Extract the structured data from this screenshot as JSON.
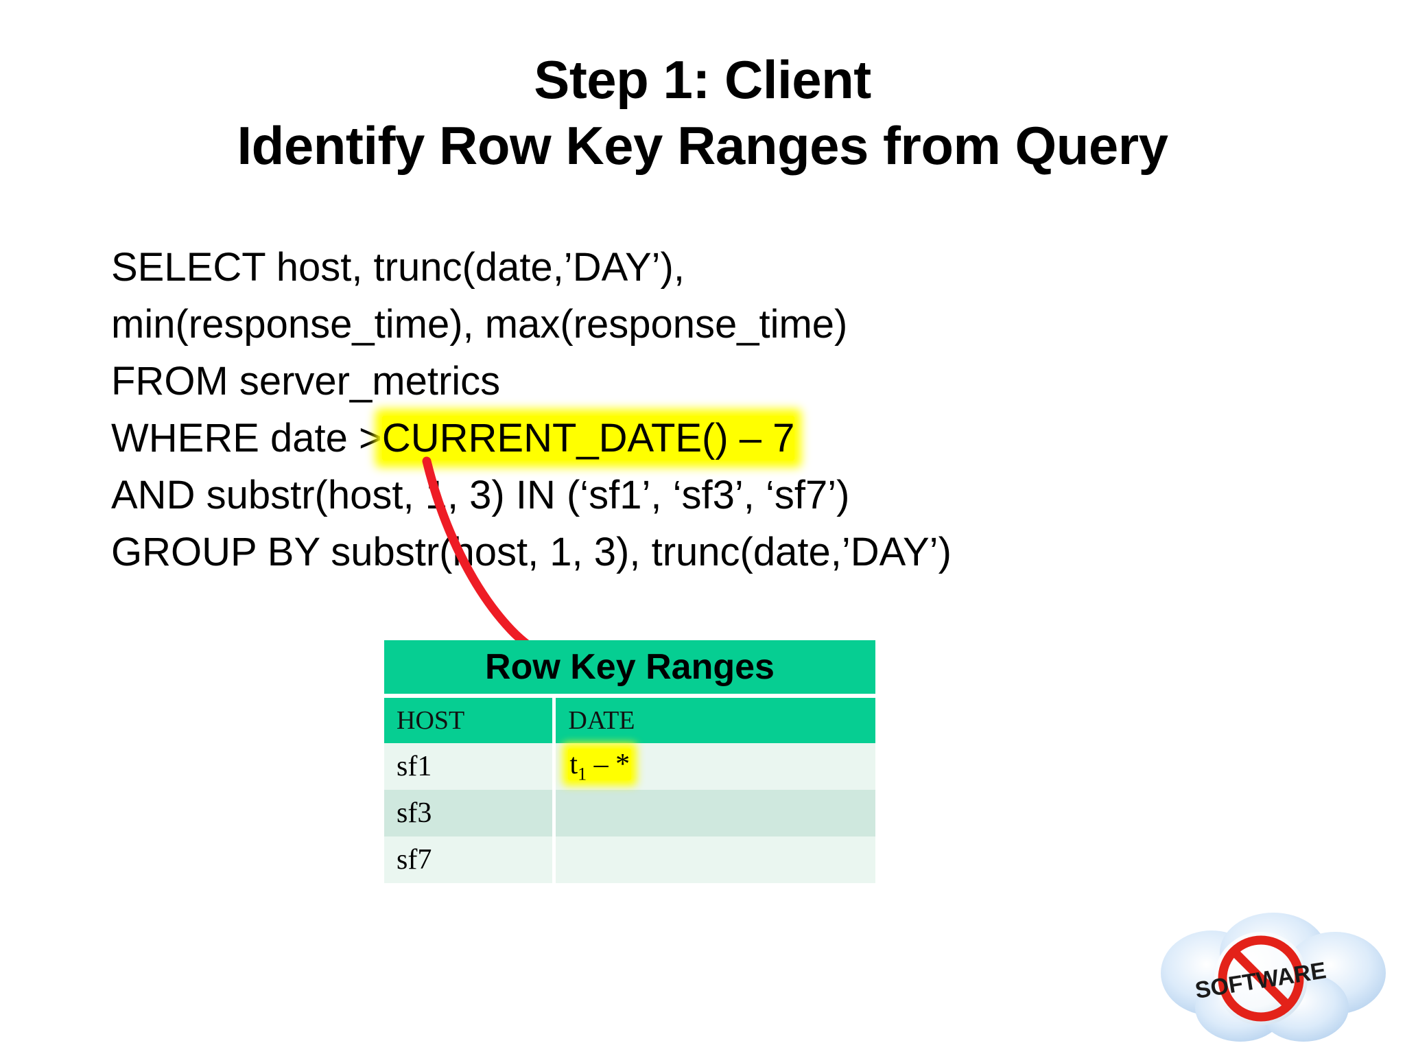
{
  "slide": {
    "title": {
      "line1": "Step 1: Client",
      "line2": "Identify Row Key Ranges from Query"
    },
    "query": {
      "line1": "SELECT host, trunc(date,’DAY’),",
      "line2": "min(response_time), max(response_time)",
      "line3": "FROM server_metrics",
      "line4_prefix": "WHERE date >",
      "line4_highlight": "CURRENT_DATE() – 7",
      "line5": "AND substr(host, 1, 3) IN (‘sf1’, ‘sf3’, ‘sf7’)",
      "line6": "GROUP BY substr(host, 1, 3), trunc(date,’DAY’)"
    },
    "table": {
      "title": "Row Key Ranges",
      "columns": [
        "HOST",
        "DATE"
      ],
      "rows": [
        {
          "host": "sf1",
          "date_t": "t",
          "date_sub": "1",
          "date_rest": " – *",
          "date_highlighted": true
        },
        {
          "host": "sf3",
          "date_t": "",
          "date_sub": "",
          "date_rest": "",
          "date_highlighted": false
        },
        {
          "host": "sf7",
          "date_t": "",
          "date_sub": "",
          "date_rest": "",
          "date_highlighted": false
        }
      ]
    },
    "annotation": {
      "pointer_color": "#EE1C25",
      "description": "red curved arrow from CURRENT_DATE() to DATE column"
    },
    "logo": {
      "name": "no-software-cloud-logo",
      "text": "SOFTWARE",
      "cloud_color": "#CFE3F7",
      "ban_color": "#E32219"
    },
    "colors": {
      "table_header_green": "#06CE92",
      "row_light": "#EAF6F0",
      "row_dark": "#CFE8DE",
      "highlight_yellow": "#FFFF00"
    }
  }
}
